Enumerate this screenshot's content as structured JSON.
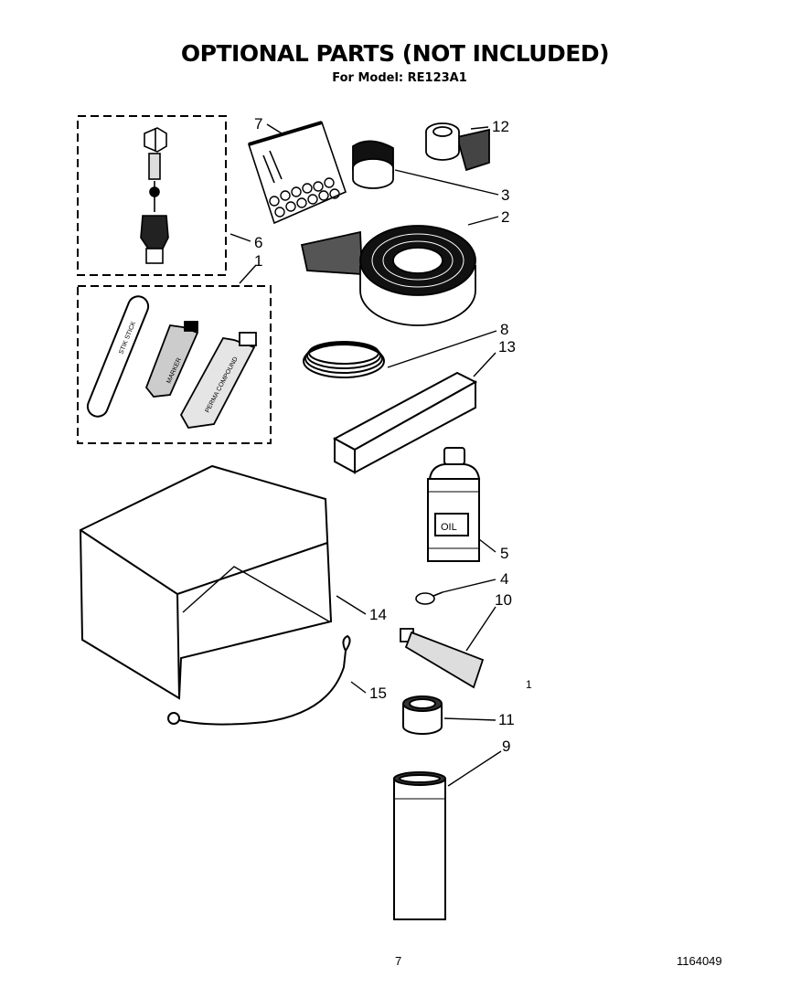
{
  "header": {
    "title": "OPTIONAL PARTS (NOT INCLUDED)",
    "subtitle": "For Model: RE123A1"
  },
  "callouts": {
    "c1": "1",
    "c2": "2",
    "c3": "3",
    "c4": "4",
    "c5": "5",
    "c6": "6",
    "c7": "7",
    "c8": "8",
    "c9": "9",
    "c10": "10",
    "c11": "11",
    "c12": "12",
    "c13": "13",
    "c14": "14",
    "c15": "15"
  },
  "labels": {
    "oil_bottle": "OIL",
    "stick": "STIK STICK",
    "tube_small": "MARKER",
    "tube_large": "PERMA COMPOUND"
  },
  "footer": {
    "page_number": "7",
    "doc_number": "1164049",
    "stray_mark": "1"
  }
}
